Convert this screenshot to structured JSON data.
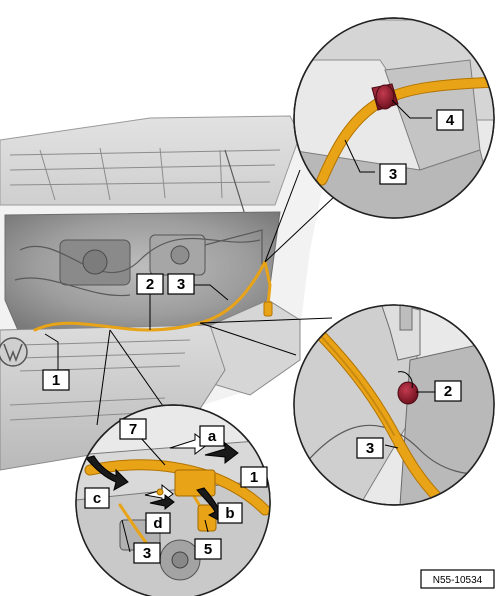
{
  "callouts": {
    "c1": "1",
    "c2": "2",
    "c3": "3",
    "c4": "4",
    "c5": "5",
    "c7": "7",
    "a": "a",
    "b": "b",
    "c": "c",
    "d": "d"
  },
  "reference_code": "N55-10534",
  "colors": {
    "cable": "#e8a317",
    "grommet": "#8e1b2a",
    "outline": "#000000"
  }
}
